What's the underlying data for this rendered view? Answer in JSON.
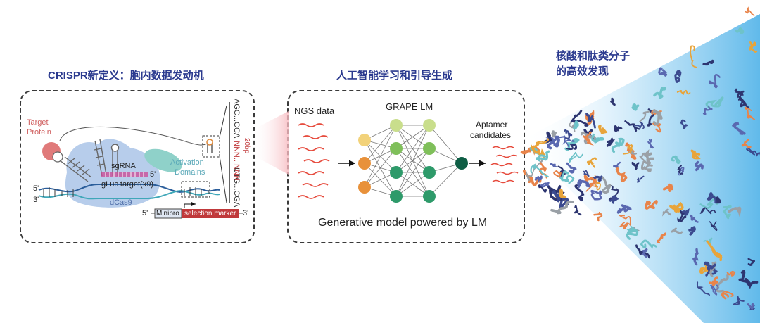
{
  "headings": {
    "left": "CRISPR新定义：胞内数据发动机",
    "middle": "人工智能学习和引导生成",
    "right_line1": "核酸和肽类分子",
    "right_line2": "的高效发现"
  },
  "crispr_panel": {
    "target_protein_line1": "Target",
    "target_protein_line2": "Protein",
    "activation_line1": "Activation",
    "activation_line2": "Domains",
    "sgrna": "sgRNA",
    "five_prime": "5'",
    "three_prime": "3'",
    "gluc": "gLuc target(x9)",
    "dcas9": "dCas9",
    "minipro": "Minipro",
    "selection_marker": "selection marker",
    "seq_part1": "AGC...CCA",
    "seq_part2": "NNN...NNN",
    "seq_part3": "CTG...CGA",
    "bp": "20bp"
  },
  "ml_panel": {
    "ngs": "NGS data",
    "model_name": "GRAPE LM",
    "aptamer_line1": "Aptamer",
    "aptamer_line2": "candidates",
    "caption": "Generative model powered by LM"
  },
  "colors": {
    "heading": "#2b3a8f",
    "selection_marker": "#c0393b",
    "activation": "#8fd1c9",
    "dcas9": "#aac4e8",
    "target_protein": "#e07a7a",
    "node_yellow": "#f2d27a",
    "node_orange": "#e8913a",
    "node_green_light": "#c9de8c",
    "node_green_mid": "#7fbf5a",
    "node_green": "#2e9a6a",
    "node_dark": "#0f5e45",
    "beam": "#8fcdf0"
  }
}
